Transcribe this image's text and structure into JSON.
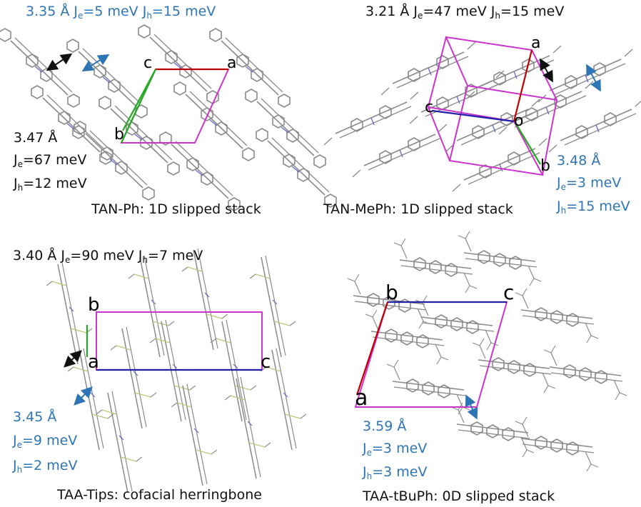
{
  "panels": [
    {
      "caption": "TAN-Ph: 1D slipped stack",
      "top_label": {
        "dist": "3.35 Å",
        "je": "5",
        "jh": "15",
        "unit": "meV"
      },
      "side_label": {
        "dist": "3.47 Å",
        "je": "67",
        "jh": "12",
        "unit": "meV"
      },
      "axes": {
        "a": "a",
        "b": "b",
        "c": "c"
      }
    },
    {
      "caption": "TAN-MePh: 1D slipped stack",
      "top_label": {
        "dist": "3.21 Å",
        "je": "47",
        "jh": "15",
        "unit": "meV"
      },
      "side_label": {
        "dist": "3.48 Å",
        "je": "3",
        "jh": "15",
        "unit": "meV"
      },
      "axes": {
        "a": "a",
        "b": "b",
        "c": "c",
        "o": "o"
      }
    },
    {
      "caption": "TAA-Tips: cofacial herringbone",
      "top_label": {
        "dist": "3.40 Å",
        "je": "90",
        "jh": "7",
        "unit": "meV"
      },
      "side_label": {
        "dist": "3.45 Å",
        "je": "9",
        "jh": "2",
        "unit": "meV"
      },
      "axes": {
        "a": "a",
        "b": "b",
        "c": "c"
      }
    },
    {
      "caption": "TAA-tBuPh: 0D slipped stack",
      "side_label": {
        "dist": "3.59 Å",
        "je": "3",
        "jh": "3",
        "unit": "meV"
      },
      "axes": {
        "a": "a",
        "b": "b",
        "c": "c"
      }
    }
  ],
  "symbols": {
    "je": "J",
    "je_sub": "e",
    "jh": "J",
    "jh_sub": "h",
    "eq": "="
  },
  "colors": {
    "blue_text": "#2e75b6",
    "black_text": "#111111",
    "axis_a": "#c00000",
    "axis_b": "#22aa22",
    "axis_c": "#1f1fa8",
    "cell": "#cc33cc",
    "molecule": "#8a8a8a"
  }
}
